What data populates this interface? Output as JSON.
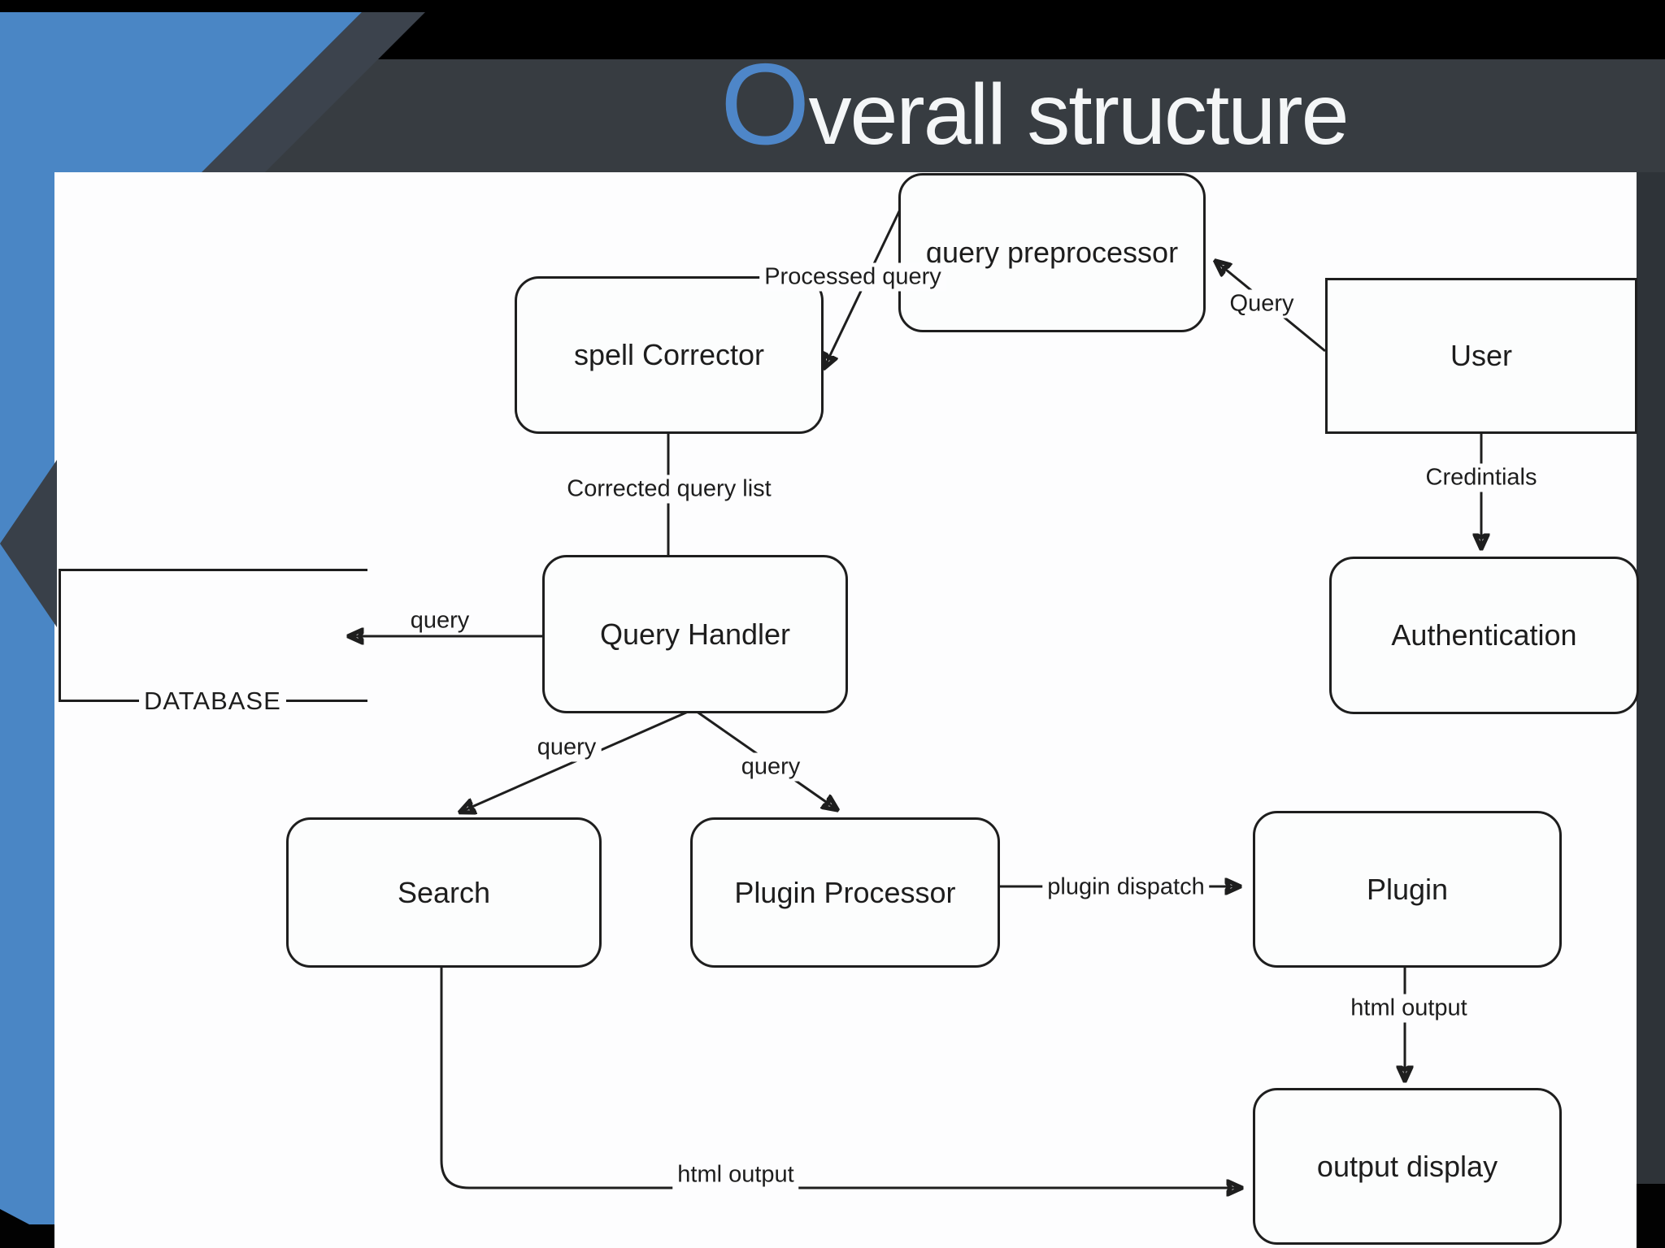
{
  "title": {
    "initial": "O",
    "rest": "verall structure"
  },
  "colors": {
    "accent_blue": "#4a86c5",
    "title_o_blue": "#4e86c8",
    "title_band": "#373c41",
    "slide_background": "#fdfdfe",
    "line": "#1e1e1e",
    "top_bar": "#000000"
  },
  "diagram": {
    "nodes": [
      {
        "id": "query-preprocessor",
        "label": "query preprocessor",
        "shape": "rounded"
      },
      {
        "id": "spell-corrector",
        "label": "spell Corrector",
        "shape": "rounded"
      },
      {
        "id": "user",
        "label": "User",
        "shape": "rectangle"
      },
      {
        "id": "query-handler",
        "label": "Query Handler",
        "shape": "rounded"
      },
      {
        "id": "authentication",
        "label": "Authentication",
        "shape": "rounded"
      },
      {
        "id": "database",
        "label": "DATABASE",
        "shape": "datastore"
      },
      {
        "id": "search",
        "label": "Search",
        "shape": "rounded"
      },
      {
        "id": "plugin-processor",
        "label": "Plugin Processor",
        "shape": "rounded"
      },
      {
        "id": "plugin",
        "label": "Plugin",
        "shape": "rounded"
      },
      {
        "id": "output-display",
        "label": "output display",
        "shape": "rounded"
      }
    ],
    "edges": [
      {
        "from": "user",
        "to": "query-preprocessor",
        "label": "Query"
      },
      {
        "from": "query-preprocessor",
        "to": "spell-corrector",
        "label": "Processed query"
      },
      {
        "from": "spell-corrector",
        "to": "query-handler",
        "label": "Corrected query list"
      },
      {
        "from": "query-handler",
        "to": "database",
        "label": "query"
      },
      {
        "from": "query-handler",
        "to": "search",
        "label": "query"
      },
      {
        "from": "query-handler",
        "to": "plugin-processor",
        "label": "query"
      },
      {
        "from": "plugin-processor",
        "to": "plugin",
        "label": "plugin dispatch"
      },
      {
        "from": "plugin",
        "to": "output-display",
        "label": "html output"
      },
      {
        "from": "search",
        "to": "output-display",
        "label": "html output"
      },
      {
        "from": "user",
        "to": "authentication",
        "label": "Credintials"
      }
    ]
  }
}
